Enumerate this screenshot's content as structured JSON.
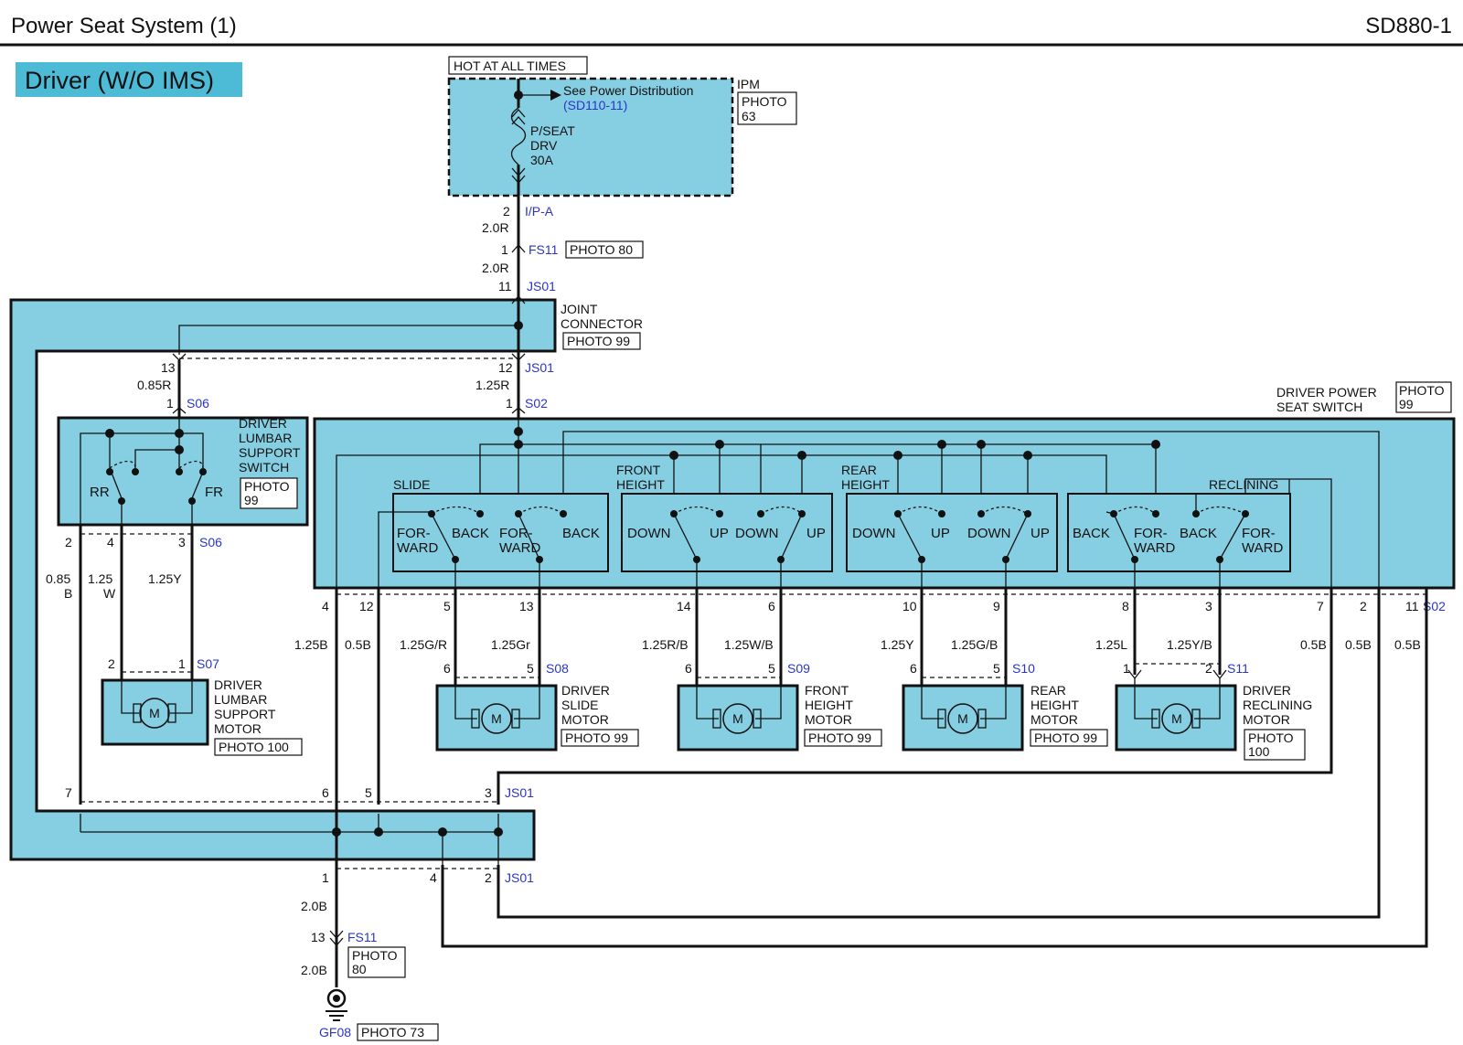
{
  "header": {
    "title": "Power Seat System (1)",
    "code": "SD880-1"
  },
  "subtitle": "Driver (W/O IMS)",
  "power": {
    "hot_label": "HOT AT ALL TIMES",
    "see_label": "See Power Distribution",
    "see_ref": "(SD110-11)",
    "module": "IPM",
    "module_photo": [
      "PHOTO",
      "63"
    ],
    "fuse": [
      "P/SEAT",
      "DRV",
      "30A"
    ]
  },
  "connectors": {
    "ipa": "I/P-A",
    "fs11": "FS11",
    "fs11_photo": "PHOTO 80",
    "js01": "JS01",
    "s06": "S06",
    "s02": "S02",
    "s07": "S07",
    "s08": "S08",
    "s09": "S09",
    "s10": "S10",
    "s11": "S11",
    "gf08": "GF08",
    "gf08_photo": "PHOTO 73",
    "fs11_low_photo": [
      "PHOTO",
      "80"
    ]
  },
  "joint": {
    "label": [
      "JOINT",
      "CONNECTOR"
    ],
    "photo": "PHOTO 99"
  },
  "wires": {
    "w_2_0r_a": "2.0R",
    "w_2_0r_b": "2.0R",
    "w_085r": "0.85R",
    "w_125r": "1.25R",
    "w_085b": [
      "0.85",
      "B"
    ],
    "w_125w": [
      "1.25",
      "W"
    ],
    "w_125y_l": "1.25Y",
    "w_125b": "1.25B",
    "w_05b_a": "0.5B",
    "w_125gr": "1.25G/R",
    "w_125gr2": "1.25Gr",
    "w_125rb": "1.25R/B",
    "w_125wb": "1.25W/B",
    "w_125y": "1.25Y",
    "w_125gb": "1.25G/B",
    "w_125l": "1.25L",
    "w_125yb": "1.25Y/B",
    "w_05b_b": "0.5B",
    "w_05b_c": "0.5B",
    "w_05b_d": "0.5B",
    "w_20b_a": "2.0B",
    "w_20b_b": "2.0B"
  },
  "pins": {
    "p2": "2",
    "p1": "1",
    "p11": "11",
    "p13": "13",
    "p12": "12",
    "p1b": "1",
    "p1c": "1",
    "lum2": "2",
    "lum4": "4",
    "lum3": "3",
    "lm2": "2",
    "lm1": "1",
    "s4": "4",
    "s12": "12",
    "s5": "5",
    "s13": "13",
    "s14": "14",
    "s6": "6",
    "s10": "10",
    "s9": "9",
    "s8": "8",
    "s3": "3",
    "s7": "7",
    "s2": "2",
    "s11": "11",
    "m1a": "6",
    "m1b": "5",
    "m2a": "6",
    "m2b": "5",
    "m3a": "6",
    "m3b": "5",
    "m4a": "1",
    "m4b": "2",
    "j7": "7",
    "j6": "6",
    "j5": "5",
    "j3": "3",
    "j1": "1",
    "j4": "4",
    "j2": "2",
    "g13": "13"
  },
  "lumbar_switch": {
    "label": [
      "DRIVER",
      "LUMBAR",
      "SUPPORT",
      "SWITCH"
    ],
    "photo": [
      "PHOTO",
      "99"
    ],
    "rr": "RR",
    "fr": "FR"
  },
  "lumbar_motor": {
    "label": [
      "DRIVER",
      "LUMBAR",
      "SUPPORT",
      "MOTOR"
    ],
    "photo": "PHOTO 100"
  },
  "seat_switch": {
    "label": [
      "DRIVER POWER",
      "SEAT SWITCH"
    ],
    "photo": [
      "PHOTO",
      "99"
    ]
  },
  "groups": {
    "slide": {
      "title": "SLIDE",
      "l1": [
        "FOR-",
        "WARD"
      ],
      "l2": "BACK",
      "l3": [
        "FOR-",
        "WARD"
      ],
      "l4": "BACK"
    },
    "front": {
      "title": [
        "FRONT",
        "HEIGHT"
      ],
      "l1": "DOWN",
      "l2": "UP",
      "l3": "DOWN",
      "l4": "UP"
    },
    "rear": {
      "title": [
        "REAR",
        "HEIGHT"
      ],
      "l1": "DOWN",
      "l2": "UP",
      "l3": "DOWN",
      "l4": "UP"
    },
    "recl": {
      "title": "RECLINING",
      "l1": "BACK",
      "l2": [
        "FOR-",
        "WARD"
      ],
      "l3": "BACK",
      "l4": [
        "FOR-",
        "WARD"
      ]
    }
  },
  "motors": {
    "m": "M",
    "slide": {
      "label": [
        "DRIVER",
        "SLIDE",
        "MOTOR"
      ],
      "photo": "PHOTO 99"
    },
    "front": {
      "label": [
        "FRONT",
        "HEIGHT",
        "MOTOR"
      ],
      "photo": "PHOTO 99"
    },
    "rear": {
      "label": [
        "REAR",
        "HEIGHT",
        "MOTOR"
      ],
      "photo": "PHOTO 99"
    },
    "recl": {
      "label": [
        "DRIVER",
        "RECLINING",
        "MOTOR"
      ],
      "photo": [
        "PHOTO",
        "100"
      ]
    }
  },
  "colors": {
    "fill": "#86cfe3",
    "link": "#2a35c8"
  }
}
